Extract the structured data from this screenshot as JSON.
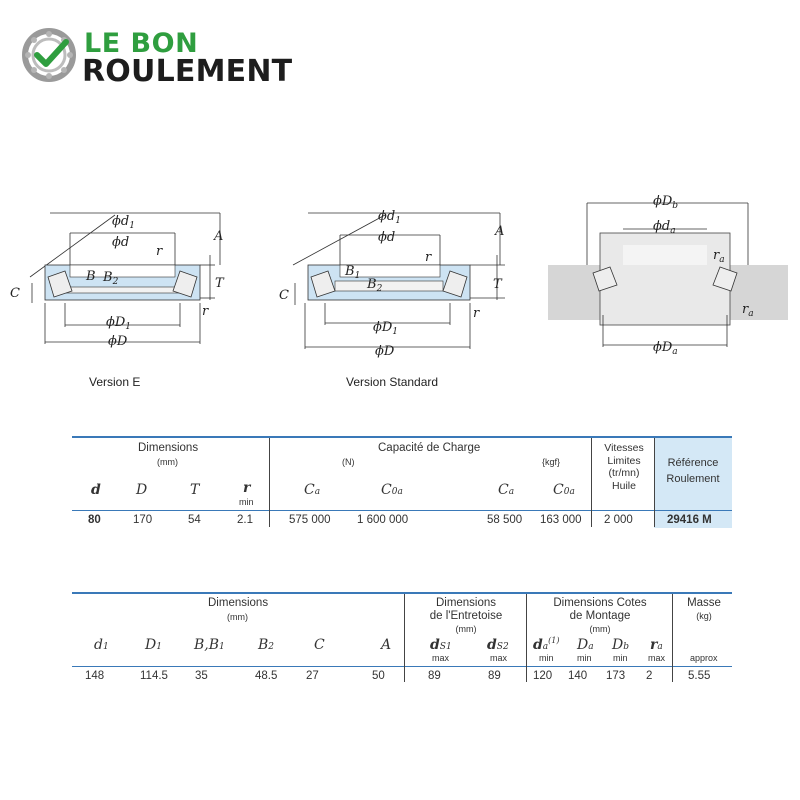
{
  "brand": {
    "line1": "LE BON",
    "line2": "ROULEMENT"
  },
  "diagrams": {
    "version_e": {
      "caption": "Version E",
      "labels": {
        "d1": "ϕd",
        "d1_sub": "1",
        "d": "ϕd",
        "r_top": "r",
        "A": "A",
        "B": "B",
        "B2": "B",
        "B2_sub": "2",
        "T": "T",
        "C": "C",
        "r_bot": "r",
        "D1": "ϕD",
        "D1_sub": "1",
        "D": "ϕD"
      }
    },
    "version_standard": {
      "caption": "Version Standard",
      "labels": {
        "d1": "ϕd",
        "d1_sub": "1",
        "d": "ϕd",
        "r_top": "r",
        "A": "A",
        "B1": "B",
        "B1_sub": "1",
        "B2": "B",
        "B2_sub": "2",
        "T": "T",
        "C": "C",
        "r_bot": "r",
        "D1": "ϕD",
        "D1_sub": "1",
        "D": "ϕD"
      }
    },
    "mounting": {
      "labels": {
        "Db": "ϕD",
        "Db_sub": "b",
        "da": "ϕd",
        "da_sub": "a",
        "ra_top": "r",
        "ra_top_sub": "a",
        "ra_right": "r",
        "ra_right_sub": "a",
        "Da": "ϕD",
        "Da_sub": "a"
      }
    }
  },
  "table1": {
    "dimensions_title": "Dimensions",
    "dimensions_unit": "(mm)",
    "capacity_title": "Capacité de Charge",
    "capacity_unit_n": "(N)",
    "capacity_unit_kgf": "{kgf}",
    "speed_title_1": "Vitesses",
    "speed_title_2": "Limites",
    "speed_title_3": "(tr/mn)",
    "speed_title_4": "Huile",
    "ref_title_1": "Référence",
    "ref_title_2": "Roulement",
    "sym_d": "d",
    "sym_D": "D",
    "sym_T": "T",
    "sym_r": "r",
    "sym_r_sub": "min",
    "sym_Ca": "C",
    "sym_Ca_sub": "a",
    "sym_C0a": "C",
    "sym_C0a_sub": "0a",
    "sym_Ca2": "C",
    "sym_Ca2_sub": "a",
    "sym_C0a2": "C",
    "sym_C0a2_sub": "0a",
    "row": {
      "d": "80",
      "D": "170",
      "T": "54",
      "r": "2.1",
      "Ca_n": "575 000",
      "C0a_n": "1 600 000",
      "Ca_kgf": "58 500",
      "C0a_kgf": "163 000",
      "speed": "2 000",
      "reference": "29416 M"
    }
  },
  "table2": {
    "dimensions_title": "Dimensions",
    "dimensions_unit": "(mm)",
    "spacer_title_1": "Dimensions",
    "spacer_title_2": "de l'Entretoise",
    "spacer_unit": "(mm)",
    "mount_title_1": "Dimensions Cotes",
    "mount_title_2": "de Montage",
    "mount_unit": "(mm)",
    "mass_title": "Masse",
    "mass_unit": "(kg)",
    "sym_d1": "d",
    "sym_d1_sub": "1",
    "sym_D1": "D",
    "sym_D1_sub": "1",
    "sym_BB1": "B,B",
    "sym_BB1_sub": "1",
    "sym_B2": "B",
    "sym_B2_sub": "2",
    "sym_C": "C",
    "sym_A": "A",
    "sym_ds1": "d",
    "sym_ds1_sub": "S1",
    "sym_ds1_max": "max",
    "sym_ds2": "d",
    "sym_ds2_sub": "S2",
    "sym_ds2_max": "max",
    "sym_da": "d",
    "sym_da_sub": "a",
    "sym_da_sup": "(1)",
    "sym_da_min": "min",
    "sym_Da": "D",
    "sym_Da_sub": "a",
    "sym_Da_min": "min",
    "sym_Db": "D",
    "sym_Db_sub": "b",
    "sym_Db_min": "min",
    "sym_ra": "r",
    "sym_ra_sub": "a",
    "sym_ra_max": "max",
    "sym_approx": "approx",
    "row": {
      "d1": "148",
      "D1": "114.5",
      "BB1": "35",
      "B2": "48.5",
      "C": "27",
      "A": "50",
      "ds1": "89",
      "ds2": "89",
      "da": "120",
      "Da": "140",
      "Db": "173",
      "ra": "2",
      "mass": "5.55"
    }
  }
}
